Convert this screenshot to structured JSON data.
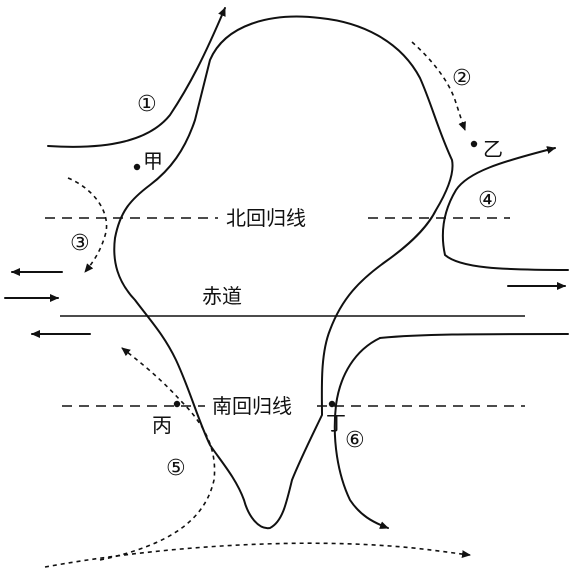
{
  "labels": {
    "tropic_cancer": "北回归线",
    "equator": "赤道",
    "tropic_capricorn": "南回归线"
  },
  "points": {
    "jia": "甲",
    "yi": "乙",
    "bing": "丙",
    "ding": "丁"
  },
  "currents": {
    "c1": "①",
    "c2": "②",
    "c3": "③",
    "c4": "④",
    "c5": "⑤",
    "c6": "⑥"
  }
}
